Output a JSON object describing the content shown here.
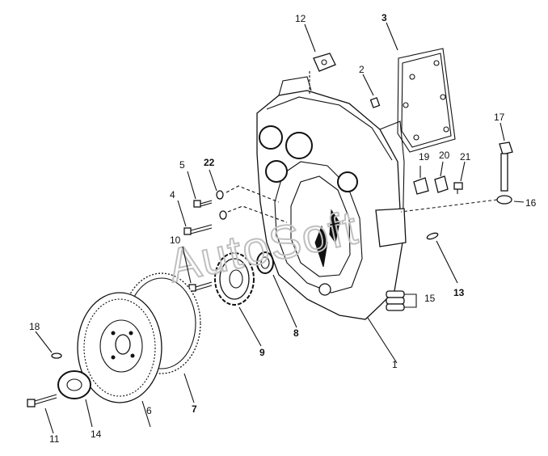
{
  "watermark": "AutoSoft",
  "labels": [
    {
      "id": "1",
      "text": "1"
    },
    {
      "id": "2",
      "text": "2"
    },
    {
      "id": "3",
      "text": "3"
    },
    {
      "id": "4",
      "text": "4"
    },
    {
      "id": "5",
      "text": "5"
    },
    {
      "id": "6",
      "text": "6"
    },
    {
      "id": "7",
      "text": "7"
    },
    {
      "id": "8",
      "text": "8"
    },
    {
      "id": "9",
      "text": "9"
    },
    {
      "id": "10",
      "text": "10"
    },
    {
      "id": "11",
      "text": "11"
    },
    {
      "id": "12",
      "text": "12"
    },
    {
      "id": "13",
      "text": "13"
    },
    {
      "id": "14",
      "text": "14"
    },
    {
      "id": "15",
      "text": "15"
    },
    {
      "id": "16",
      "text": "16"
    },
    {
      "id": "17",
      "text": "17"
    },
    {
      "id": "18",
      "text": "18"
    },
    {
      "id": "19",
      "text": "19"
    },
    {
      "id": "20",
      "text": "20"
    },
    {
      "id": "21",
      "text": "21"
    },
    {
      "id": "22",
      "text": "22"
    }
  ]
}
